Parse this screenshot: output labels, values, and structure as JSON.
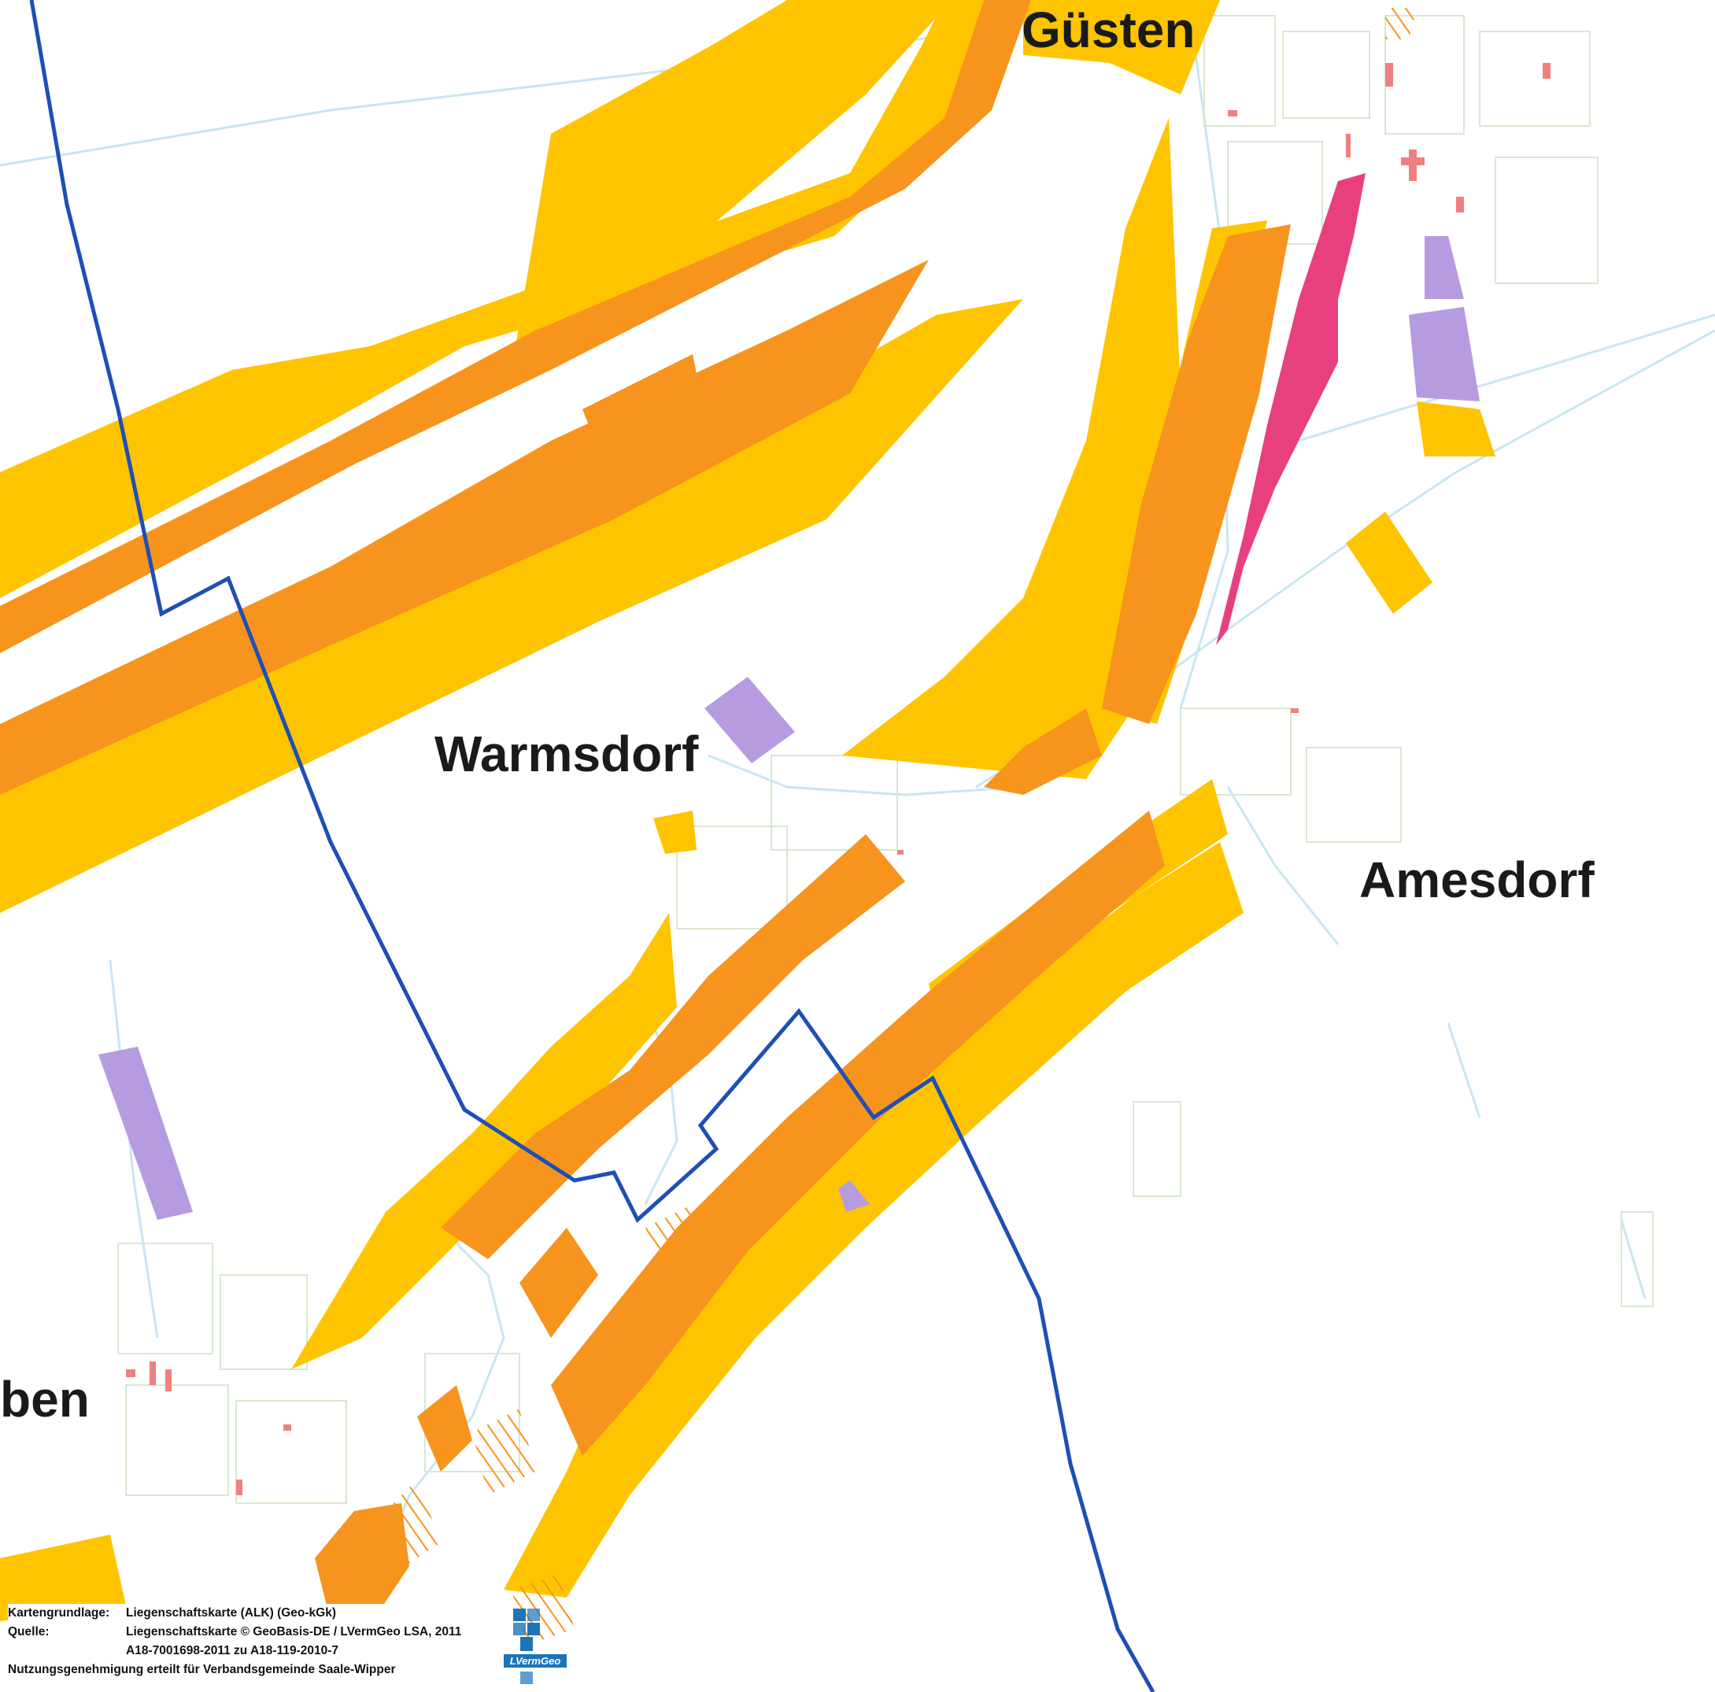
{
  "map": {
    "places": [
      {
        "name": "Güsten"
      },
      {
        "name": "Warmsdorf"
      },
      {
        "name": "Amesdorf"
      },
      {
        "name": "ben"
      }
    ],
    "colors": {
      "background": "#ffffff",
      "yellow_zone": "#ffc400",
      "orange_zone": "#f7941d",
      "magenta_area": "#e8407f",
      "purple_area": "#b79be0",
      "boundary_line": "#1f4fb5",
      "road_parcels": "#c9e6f2",
      "buildings": "#f08080"
    },
    "hatched_areas": true,
    "boundary_shown": true
  },
  "legend": {
    "rows": [
      {
        "key": "Kartengrundlage:",
        "value": "Liegenschaftskarte (ALK) (Geo-kGk)"
      },
      {
        "key": "Quelle:",
        "value": "Liegenschaftskarte © GeoBasis-DE / LVermGeo LSA, 2011"
      },
      {
        "key": "",
        "value": "A18-7001698-2011 zu A18-119-2010-7"
      }
    ],
    "permission": "Nutzungsgenehmigung erteilt für Verbandsgemeinde Saale-Wipper"
  },
  "logo": {
    "text": "LVermGeo"
  }
}
